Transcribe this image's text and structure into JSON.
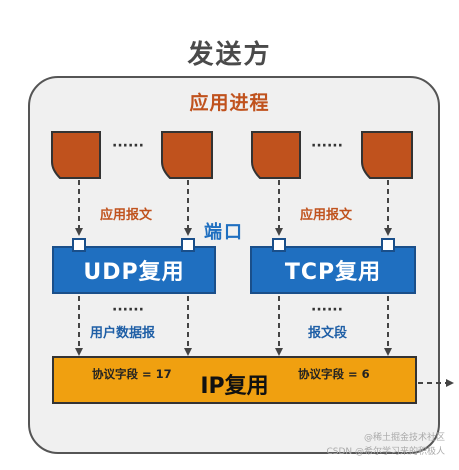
{
  "title": "发送方",
  "process_label": "应用进程",
  "dots": "······",
  "app_message_left": "应用报文",
  "app_message_right": "应用报文",
  "port_label": "端口",
  "udp_mux": "UDP复用",
  "tcp_mux": "TCP复用",
  "udp_datagram": "用户数据报",
  "tcp_segment": "报文段",
  "ip_mux": "IP复用",
  "protocol_udp": "协议字段 = 17",
  "protocol_tcp": "协议字段 = 6",
  "watermark_top": "@稀土掘金技术社区",
  "watermark_bottom": "CSDN @希尔学习来的积极人",
  "colors": {
    "title": "#4a4a4a",
    "process": "#c0521d",
    "port_blue": "#1f6fc0",
    "ip_orange": "#f0a010",
    "frame_bg": "#f0f0f0"
  }
}
